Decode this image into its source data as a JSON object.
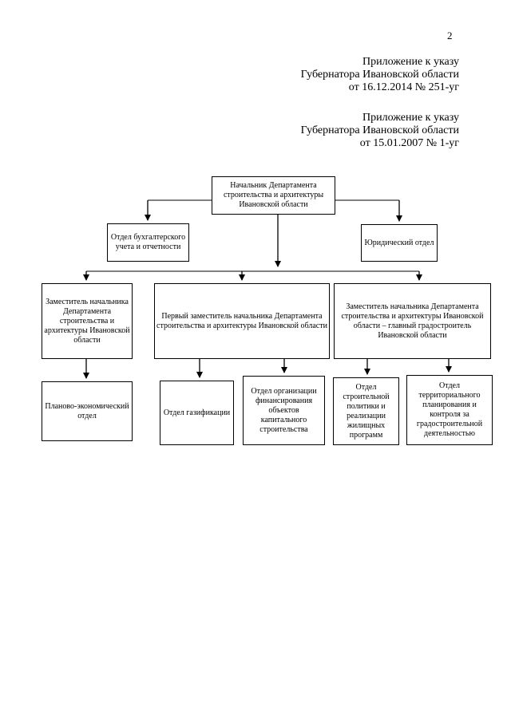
{
  "page_number": "2",
  "header_current": {
    "line1": "Приложение к указу",
    "line2": "Губернатора Ивановской области",
    "line3": "от 16.12.2014 № 251-уг"
  },
  "header_original": {
    "line1": "Приложение к указу",
    "line2": "Губернатора Ивановской области",
    "line3": "от 15.01.2007 № 1-уг"
  },
  "org_chart": {
    "head": "Начальник Департамента строительства и архитектуры Ивановской области",
    "accounting": "Отдел бухгалтерского учета и отчетности",
    "legal": "Юридический отдел",
    "deputy_left": "Заместитель начальника Департамента строительства и архитектуры Ивановской области",
    "deputy_first": "Первый заместитель начальника Департамента строительства и архитектуры Ивановской области",
    "deputy_right": "Заместитель начальника Департамента строительства и архитектуры Ивановской области – главный градостроитель Ивановской области",
    "planning_econ": "Планово-экономический отдел",
    "gasification": "Отдел газификации",
    "financing": "Отдел организации финансирования объектов капитального строительства",
    "construction_policy": "Отдел строительной политики и реализации жилищных программ",
    "territorial": "Отдел территориального планирования и контроля за градостроительной деятельностью"
  }
}
